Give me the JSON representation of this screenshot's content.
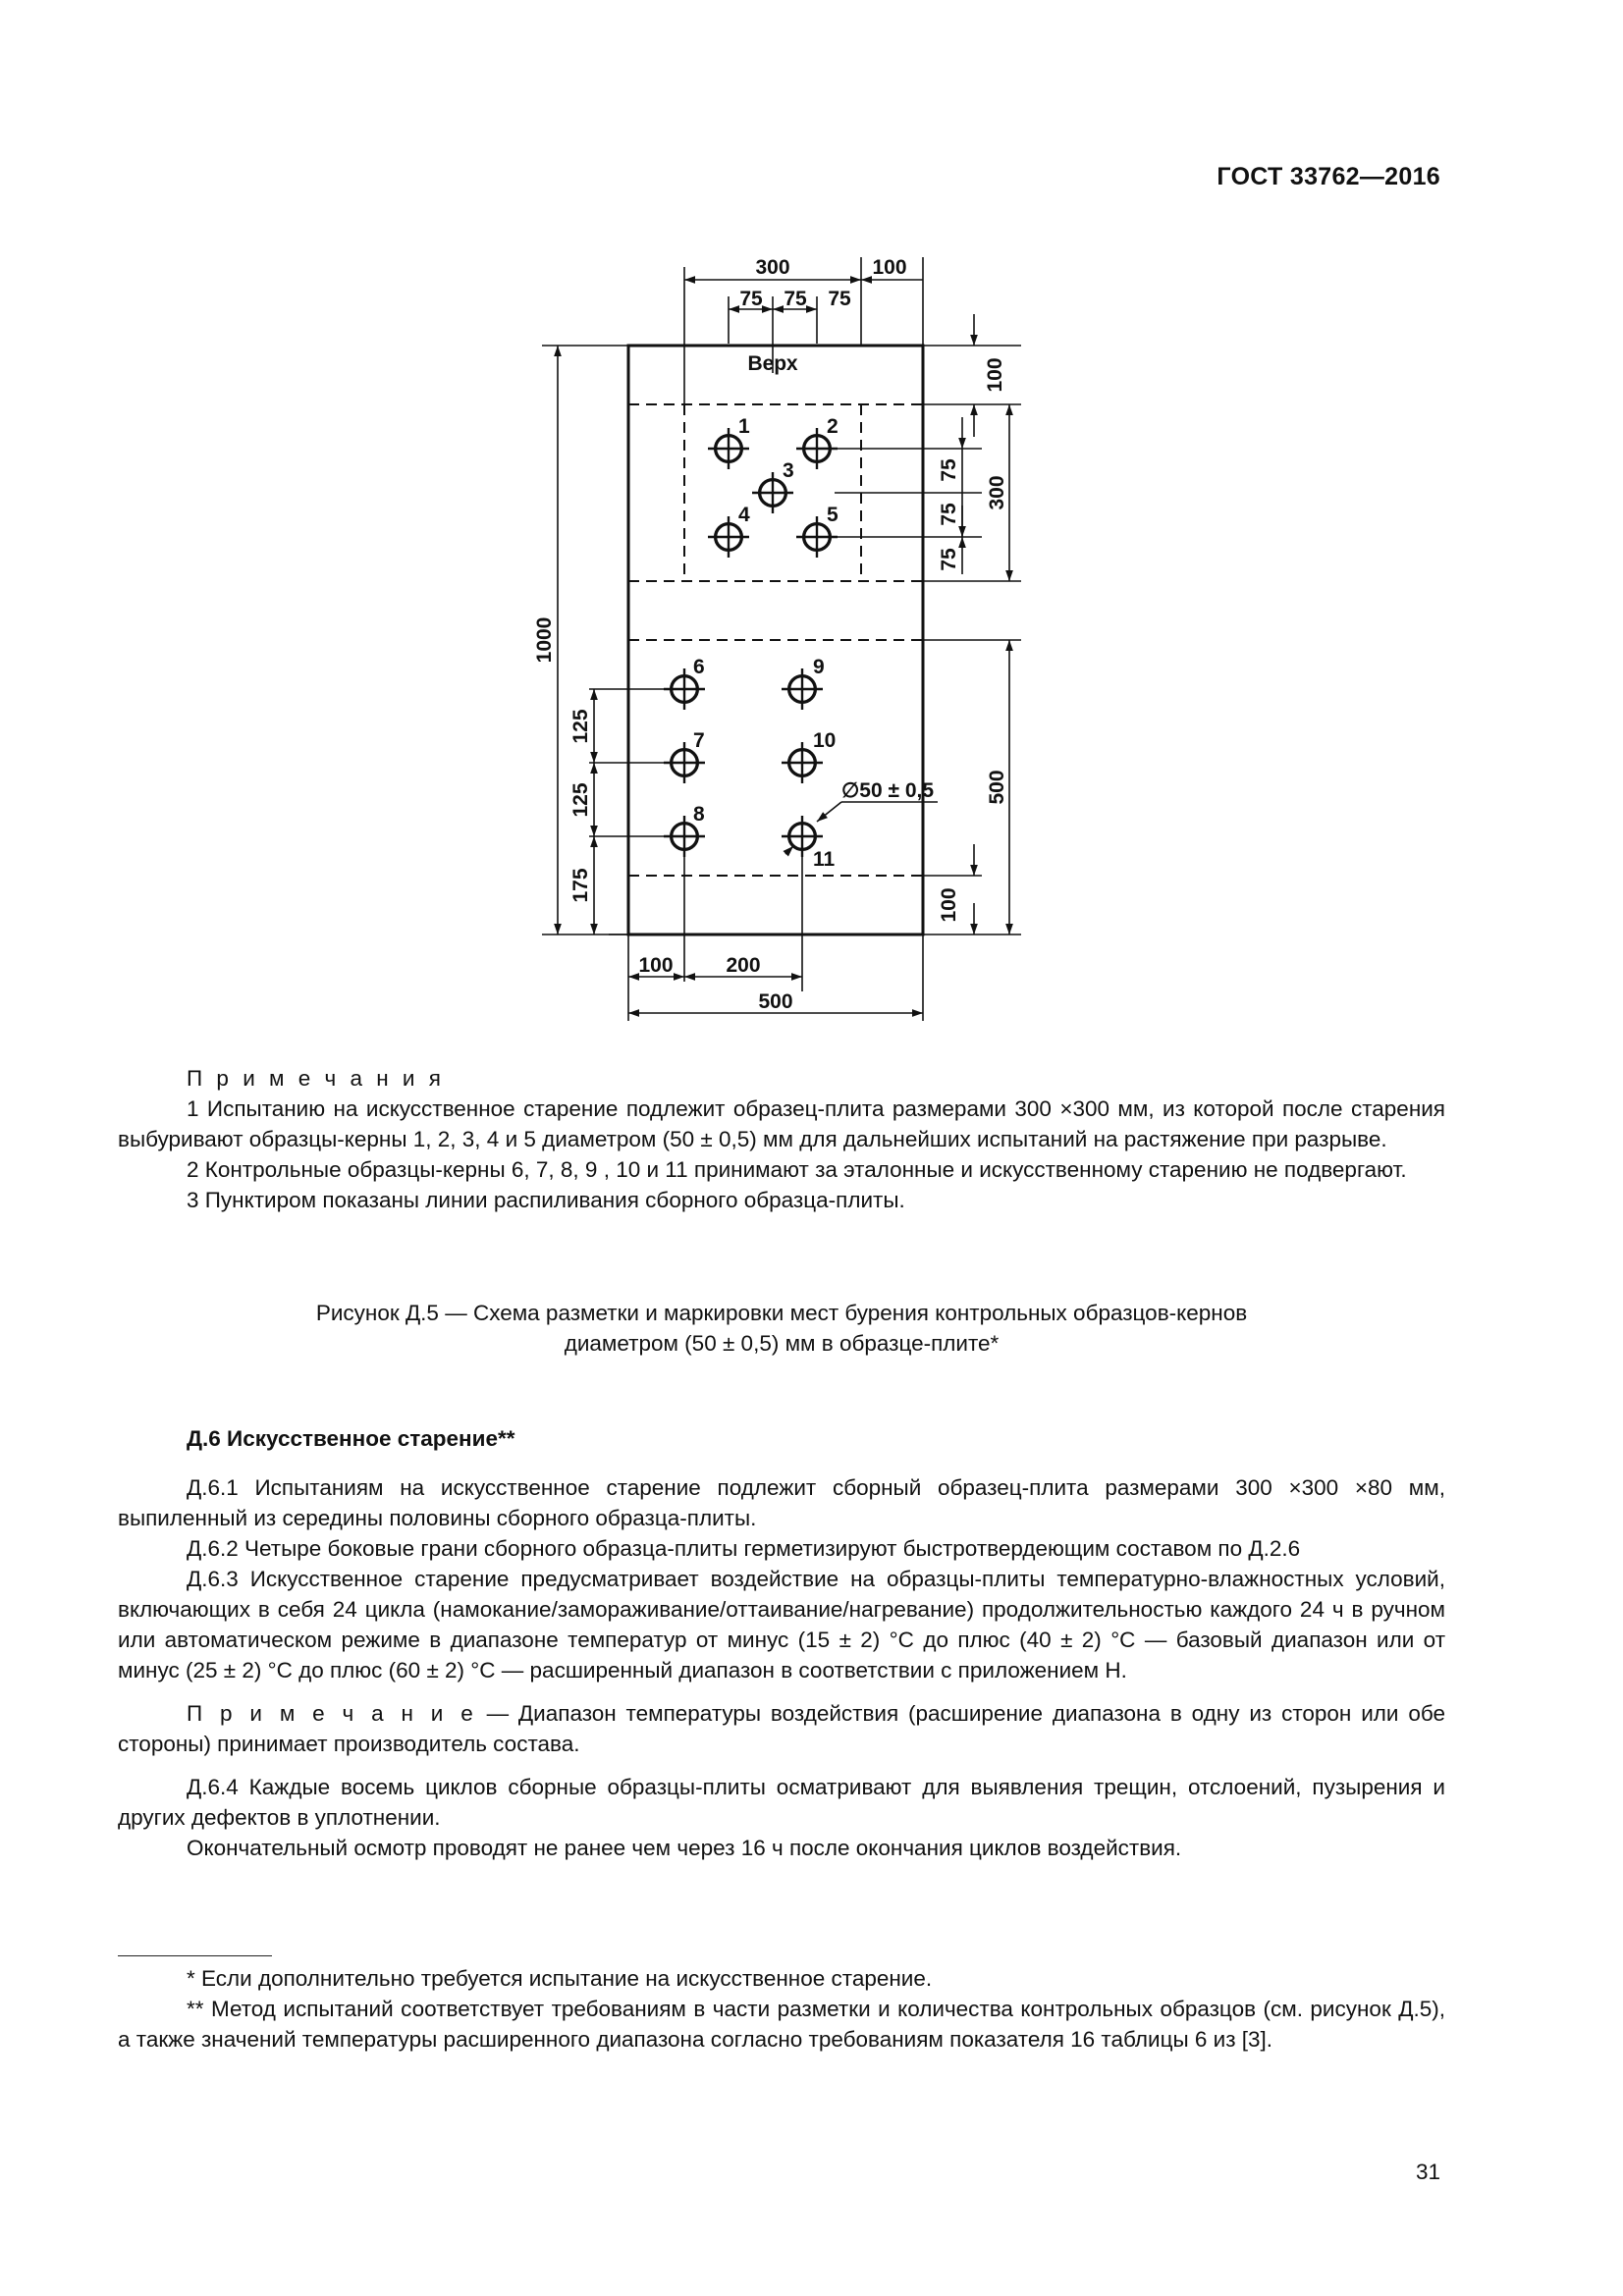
{
  "header": {
    "standard": "ГОСТ 33762—2016"
  },
  "figure": {
    "dims": {
      "top_300": "300",
      "top_100": "100",
      "top_75a": "75",
      "top_75b": "75",
      "top_75c": "75",
      "left_1000": "1000",
      "left_125a": "125",
      "left_125b": "125",
      "left_175": "175",
      "right_100_top": "100",
      "right_300": "300",
      "right_75a": "75",
      "right_75b": "75",
      "right_75c": "75",
      "right_500": "500",
      "right_100_bottom": "100",
      "bottom_100": "100",
      "bottom_200": "200",
      "bottom_500": "500"
    },
    "top_label": "Верх",
    "diameter_label": "∅50 ± 0,5",
    "core_labels": [
      "1",
      "2",
      "3",
      "4",
      "5",
      "6",
      "7",
      "8",
      "9",
      "10",
      "11"
    ]
  },
  "notes": {
    "heading": "П р и м е ч а н и я",
    "n1": "1  Испытанию на искусственное старение подлежит образец-плита размерами 300 ×300 мм, из которой после старения выбуривают образцы-керны 1, 2, 3, 4 и 5 диаметром (50 ± 0,5) мм для дальнейших испытаний на растяжение при разрыве.",
    "n2": "2  Контрольные образцы-керны 6, 7, 8, 9 , 10 и 11 принимают за эталонные и искусственному старению не подвергают.",
    "n3": "3  Пунктиром показаны линии распиливания сборного образца-плиты."
  },
  "caption": {
    "line1": "Рисунок Д.5 — Схема разметки и маркировки мест бурения контрольных образцов-кернов",
    "line2": "диаметром (50 ± 0,5) мм в образце-плите*"
  },
  "section": {
    "heading": "Д.6  Искусственное старение**",
    "p1": "Д.6.1 Испытаниям на искусственное старение подлежит сборный образец-плита размерами 300 ×300 ×80 мм, выпиленный из середины половины сборного образца-плиты.",
    "p2": "Д.6.2  Четыре боковые грани сборного образца-плиты герметизируют быстротвердеющим составом по Д.2.6",
    "p3": "Д.6.3 Искусственное старение предусматривает воздействие на образцы-плиты температурно-влажностных условий, включающих в себя 24 цикла (намокание/замораживание/оттаивание/нагревание) продолжительностью каждого 24 ч в ручном или автоматическом режиме в диапазоне температур от минус (15 ± 2) °С до плюс (40 ± 2) °С — базовый диапазон или от минус (25 ± 2) °С до плюс (60 ± 2) °С — расширенный диапазон в соответствии с приложением Н.",
    "note_label": "П р и м е ч а н и е",
    "note_text": " — Диапазон температуры воздействия (расширение диапазона в одну из сторон или обе стороны) принимает производитель состава.",
    "p4": "Д.6.4 Каждые восемь циклов сборные образцы-плиты осматривают для выявления трещин, отслоений, пузырения и других дефектов в уплотнении.",
    "p5": "Окончательный осмотр проводят не ранее чем через 16 ч после окончания циклов воздействия."
  },
  "footnotes": {
    "f1": "*  Если дополнительно требуется испытание на искусственное старение.",
    "f2": "**  Метод испытаний соответствует требованиям в части разметки и количества контрольных образцов (см. рисунок Д.5), а также значений температуры расширенного диапазона согласно требованиям показателя 16 таблицы 6 из [3]."
  },
  "page_number": "31"
}
